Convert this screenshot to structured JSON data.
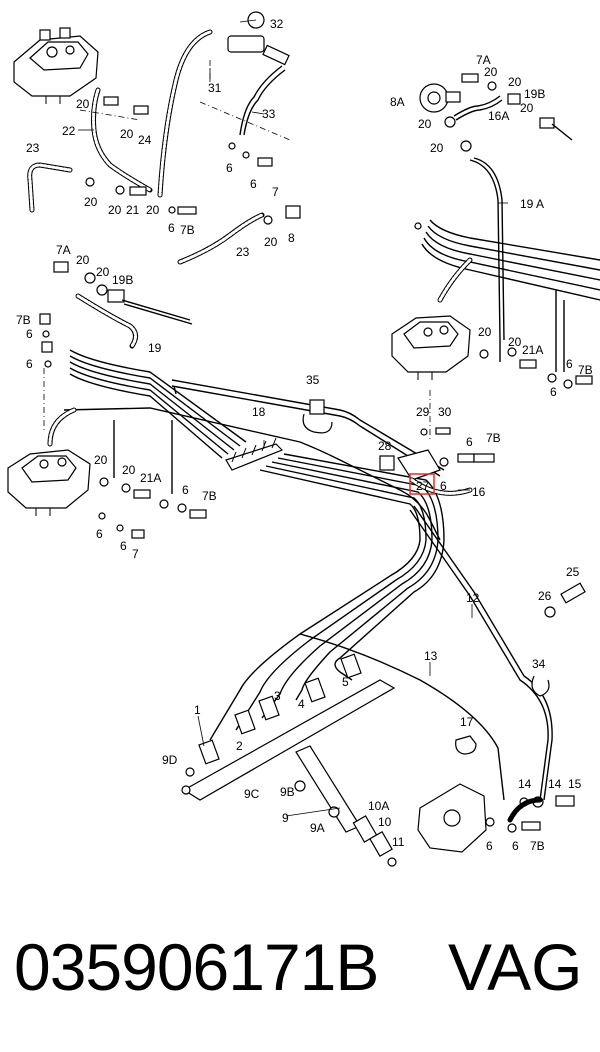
{
  "callouts": {
    "c1": "1",
    "c2": "2",
    "c3": "3",
    "c4": "4",
    "c5": "5",
    "c6": "6",
    "c7": "7",
    "c7a": "7A",
    "c7b": "7B",
    "c8": "8",
    "c8a": "8A",
    "c9": "9",
    "c9a": "9A",
    "c9b": "9B",
    "c9c": "9C",
    "c9d": "9D",
    "c10": "10",
    "c10a": "10A",
    "c11": "11",
    "c12": "12",
    "c13": "13",
    "c14": "14",
    "c15": "15",
    "c16": "16",
    "c16a": "16A",
    "c17": "17",
    "c18": "18",
    "c19": "19",
    "c19a": "19 A",
    "c19b": "19B",
    "c20": "20",
    "c21": "21",
    "c21a": "21A",
    "c22": "22",
    "c23": "23",
    "c24": "24",
    "c25": "25",
    "c26": "26",
    "c27": "27",
    "c28": "28",
    "c29": "29",
    "c30": "30",
    "c31": "31",
    "c32": "32",
    "c33": "33",
    "c34": "34",
    "c35": "35"
  },
  "footer": {
    "part_number": "035906171B",
    "brand": "VAG"
  },
  "colors": {
    "highlight": "#e0302a",
    "line": "#000000",
    "background": "#ffffff"
  }
}
